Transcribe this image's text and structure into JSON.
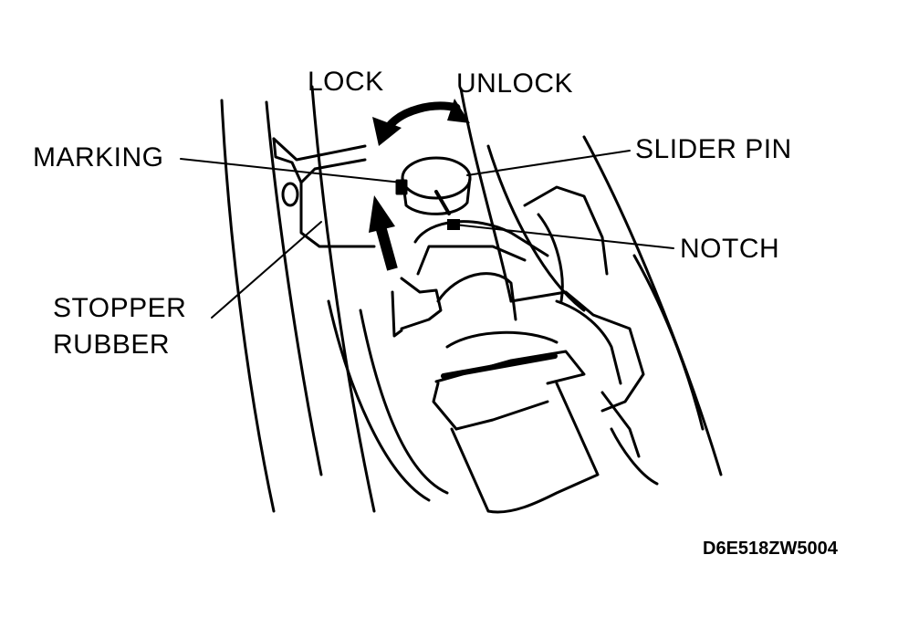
{
  "labels": {
    "lock": "LOCK",
    "unlock": "UNLOCK",
    "marking": "MARKING",
    "slider_pin": "SLIDER PIN",
    "notch": "NOTCH",
    "stopper_line1": "STOPPER",
    "stopper_line2": "RUBBER"
  },
  "figure_code": "D6E518ZW5004",
  "colors": {
    "ink": "#000000",
    "paper": "#ffffff"
  }
}
